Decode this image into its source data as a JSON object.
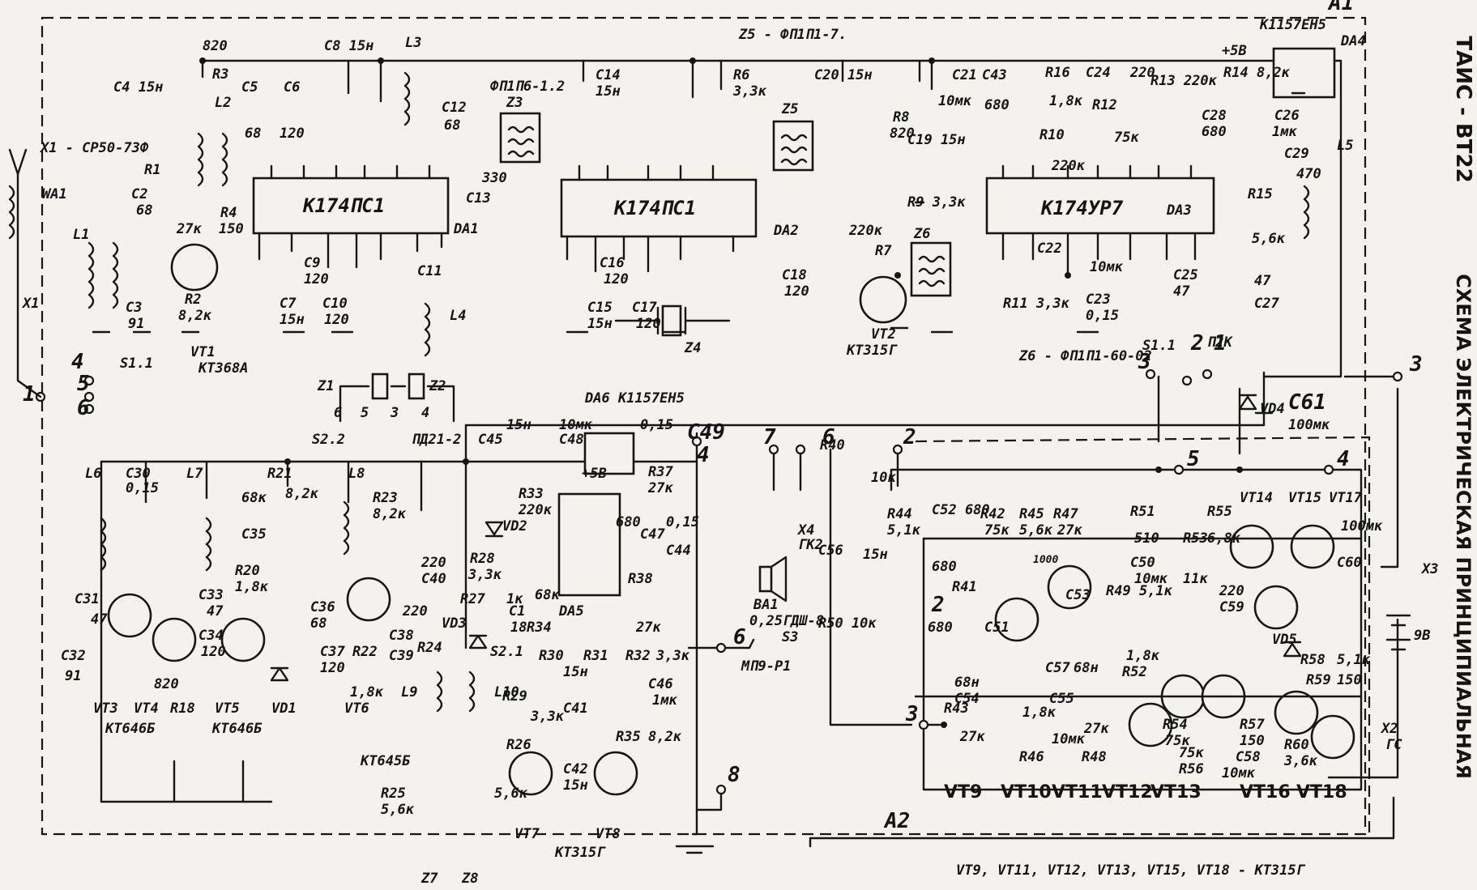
{
  "title_side": "ТАИС - ВТ22",
  "title_main": "СХЕМА ЭЛЕКТРИЧЕСКАЯ ПРИНЦИПИАЛЬНАЯ",
  "board_a1": "A1",
  "board_a2": "A2",
  "top_note": "Z5 - ФП1П1-7.",
  "ic_top": {
    "da1": "К174ПС1",
    "da2": "К174ПС1",
    "da3": "К174УР7",
    "da1_ref": "DA1",
    "da2_ref": "DA2",
    "da3_ref": "DA3",
    "da4_type": "К1157ЕН5",
    "da4_ref": "DA4",
    "da4_v": "+5В"
  },
  "da6": {
    "ref": "DA6 К1157ЕН5",
    "v": "+5В"
  },
  "da5_ref": "DA5",
  "filters": {
    "z3_type": "ФП1П6-1.2",
    "z3": "Z3",
    "z5": "Z5",
    "z6": "Z6",
    "z6_note": "Z6 - ФП1П1-60-02",
    "z4": "Z4",
    "z1": "Z1",
    "z2": "Z2",
    "z7": "Z7",
    "z8": "Z8"
  },
  "connectors": {
    "x1_note": "X1 - СР50-73Ф",
    "wa1": "WA1",
    "x1": "X1",
    "x2": "X2",
    "x2_type": "ГС",
    "x3": "X3",
    "x4": "X4",
    "x4_type": "ГК2",
    "ba1": "BA1",
    "ba1_type": "0,25ГДШ-8",
    "batt": "9В"
  },
  "switches": {
    "s11": "S1.1",
    "s11_right": "S1.1",
    "s11_type": "П2К",
    "s22": "S2.2",
    "s22_type": "ПД21-2",
    "s21": "S2.1",
    "s3": "S3",
    "s3_type": "МП9-Р1"
  },
  "transistors": {
    "vt1": "VT1",
    "vt1_type": "КТ368А",
    "vt2": "VT2",
    "vt2_type": "КТ315Г",
    "vt3": "VT3",
    "vt4": "VT4",
    "vt5": "VT5",
    "vt6": "VT6",
    "vt34_type": "КТ646Б",
    "vt5_type": "КТ646Б",
    "vt6_type": "КТ645Б",
    "vt7": "VT7",
    "vt8": "VT8",
    "vt78_type": "КТ315Г",
    "vt9": "VT9",
    "vt10": "VT10",
    "vt11": "VT11",
    "vt12": "VT12",
    "vt13": "VT13",
    "vt14": "VT14",
    "vt15": "VT15",
    "vt16": "VT16",
    "vt17": "VT17",
    "vt18": "VT18"
  },
  "diodes": {
    "vd1": "VD1",
    "vd2": "VD2",
    "vd3": "VD3",
    "vd4": "VD4",
    "vd5": "VD5"
  },
  "inductors": {
    "l1": "L1",
    "l2": "L2",
    "l3": "L3",
    "l4": "L4",
    "l5": "L5",
    "l6": "L6",
    "l7": "L7",
    "l8": "L8",
    "l9": "L9",
    "l10": "L10"
  },
  "parts_top": {
    "r3": "R3",
    "r3v": "820",
    "c4": "C4 15н",
    "c5": "C5",
    "c5v": "68",
    "c6": "C6",
    "c6v": "120",
    "r1": "R1",
    "r1v": "27к",
    "c2": "C2",
    "c2v": "68",
    "r4": "R4",
    "r4v": "150",
    "r2": "R2",
    "r2v": "8,2к",
    "c3": "C3",
    "c3v": "91",
    "c8": "C8 15н",
    "c7": "C7",
    "c7v": "15н",
    "c9": "C9",
    "c9v": "120",
    "c10": "C10",
    "c10v": "120",
    "c11": "C11",
    "c12": "C12",
    "c12v": "68",
    "c13": "C13",
    "c13v": "330",
    "c14": "C14",
    "c14v": "15н",
    "c15": "C15",
    "c15v": "15н",
    "c16": "C16",
    "c16v": "120",
    "c17": "C17",
    "c17v": "120",
    "c18": "C18",
    "c18v": "120",
    "r6": "R6",
    "r6v": "3,3к",
    "c20": "C20 15н",
    "r8": "R8",
    "r8v": "820",
    "c19": "C19 15н",
    "r9": "R9 3,3к",
    "r7": "R7",
    "r7v": "220к",
    "c21": "C21",
    "c21v": "10мк",
    "c43": "C43",
    "c43v": "680",
    "r16": "R16",
    "r16v": "1,8к",
    "c24": "C24",
    "c24v": "220",
    "r13": "R13 220к",
    "r14": "R14 8,2к",
    "r12": "R12",
    "r12v": "75к",
    "c28": "C28",
    "c28v": "680",
    "c26": "C26",
    "c26v": "1мк",
    "r10": "R10",
    "r10v": "220к",
    "c29": "C29",
    "c29v": "470",
    "r15": "R15",
    "r15v": "5,6к",
    "c22": "C22",
    "c22v": "10мк",
    "r11": "R11 3,3к",
    "c23": "C23",
    "c23v": "0,15",
    "c25": "C25",
    "c25v": "47",
    "c27": "C27",
    "c27v": "47"
  },
  "parts_bottom": {
    "c30": "C30",
    "c30v": "0,15",
    "c31": "C31",
    "c31v": "47",
    "c32": "C32",
    "c32v": "91",
    "r18": "R18",
    "r18v": "820",
    "c33": "C33",
    "c33v": "47",
    "c34": "C34",
    "c34v": "120",
    "c35": "C35",
    "c35v": "68к",
    "r21": "R21",
    "r21v": "8,2к",
    "r20": "R20",
    "r20v": "1,8к",
    "c36": "C36",
    "c36v": "68",
    "c37": "C37",
    "c37v": "120",
    "r22": "R22",
    "r22v": "1,8к",
    "c38": "C38",
    "c39": "C39",
    "c39v": "220",
    "r23": "R23",
    "r23v": "8,2к",
    "r24": "R24",
    "c40": "C40",
    "c40v": "220",
    "r28": "R28",
    "r28v": "3,3к",
    "r27": "R27",
    "r27v": "1к",
    "c1": "C1",
    "c1v": "18",
    "c45": "C45",
    "c45v": "15н",
    "c48": "C48",
    "c48v": "10мк",
    "r33": "R33",
    "r33v": "220к",
    "r34": "R34",
    "r34v": "68к",
    "c47": "C47",
    "c47v": "680",
    "r37": "R37",
    "r37v": "27к",
    "c44": "C44",
    "c44v": "0,15",
    "r38": "R38",
    "r38v": "27к",
    "c49": "C49",
    "c49v": "0,15",
    "r25": "R25",
    "r25v": "5,6к",
    "r26": "R26",
    "r26v": "5,6к",
    "r29": "R29",
    "r29v": "3,3к",
    "r30": "R30",
    "r31": "R31",
    "r32": "R32",
    "r32v": "3,3к",
    "c41": "C41",
    "c41v": "15н",
    "c42": "C42",
    "c42v": "15н",
    "r35": "R35",
    "r35v": "8,2к",
    "c46": "C46",
    "c46v": "1мк",
    "r40": "R40",
    "r40v": "10к",
    "r44": "R44",
    "r44v": "5,1к",
    "c56": "C56",
    "c56v": "15н",
    "r50": "R50 10к",
    "c52": "C52 680",
    "r41": "R41",
    "r41v": "680",
    "r42": "R42",
    "r42v": "75к",
    "r45": "R45",
    "r45v": "5,6к",
    "r47": "R47",
    "r47v": "27к",
    "c53": "C53",
    "c53v": "1000",
    "c51": "C51",
    "c51v": "680",
    "r51": "R51",
    "r51v": "510",
    "c50": "C50",
    "c50v": "10мк",
    "r55": "R55",
    "r55v": "6,8к",
    "r53": "R53",
    "r53v": "11к",
    "r49": "R49 5,1к",
    "c57": "C57",
    "c57v": "68н",
    "c54": "C54",
    "c54v": "68н",
    "c55": "C55",
    "c55v": "10мк",
    "r43": "R43",
    "r43v": "27к",
    "r46": "R46",
    "r46v": "1,8к",
    "r48": "R48",
    "r48v": "27к",
    "r52": "R52",
    "r52v": "1,8к",
    "r54": "R54",
    "r54v": "75к",
    "r56": "R56",
    "r56v": "75к",
    "c58": "C58",
    "c58v": "10мк",
    "r57": "R57",
    "r57v": "150",
    "r58": "R58",
    "r58v": "5,1к",
    "r59": "R59",
    "r59v": "150",
    "r60": "R60",
    "r60v": "3,6к",
    "c59": "C59",
    "c59v": "220",
    "c60": "C60",
    "c60v": "100мк",
    "c61": "C61",
    "c61v": "100мк"
  },
  "pins": {
    "n1": "1",
    "n2": "2",
    "n3": "3",
    "n4": "4",
    "n5": "5",
    "n6": "6",
    "n7": "7",
    "n8": "8"
  },
  "footer_note": "VT9, VT11, VT12, VT13, VT15, VT18 - КТ315Г"
}
